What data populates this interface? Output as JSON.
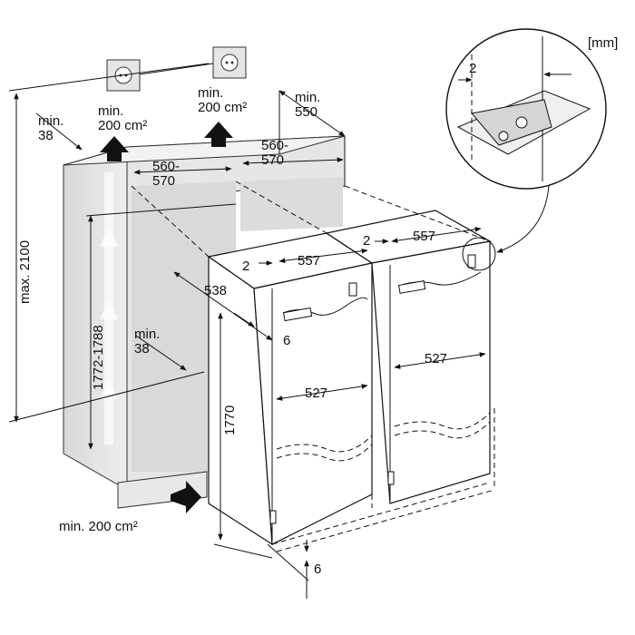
{
  "unit_label": "[mm]",
  "labels": {
    "max_height": "max. 2100",
    "niche_height": "1772-1788",
    "min_38_top": "min.\n38",
    "min_38_mid": "min.\n38",
    "vent_top_left": "min.\n200 cm²",
    "vent_top_right": "min.\n200 cm²",
    "vent_bottom": "min. 200 cm²",
    "min_550": "min.\n550",
    "niche_w_left": "560-\n570",
    "niche_w_right": "560-\n570",
    "door_gap_left": "2",
    "door_gap_right": "2",
    "width_557_left": "557",
    "width_557_right": "557",
    "depth_538": "538",
    "six_top": "6",
    "width_527_left": "527",
    "width_527_right": "527",
    "height_1770": "1770",
    "six_bottom": "6",
    "detail_gap": "2"
  }
}
